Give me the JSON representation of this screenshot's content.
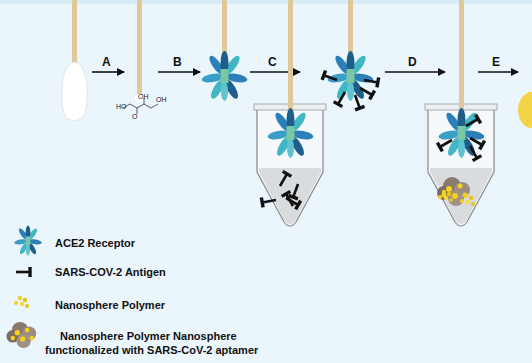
{
  "diagram": {
    "labels": [
      "A",
      "HO",
      "OH",
      "OH",
      "O",
      "B",
      "C",
      "D",
      "E"
    ],
    "legend": [
      {
        "text": "ACE2 Receptor"
      },
      {
        "text": "SARS-COV-2 Antigen"
      },
      {
        "text": "Nanosphere Polymer"
      },
      {
        "text": "Nanosphere Polymer Nanosphere functionalized with SARS-CoV-2 aptamer"
      }
    ]
  }
}
